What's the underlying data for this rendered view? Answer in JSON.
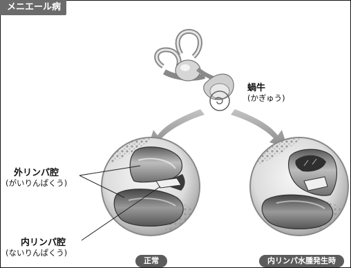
{
  "title": "メニエール病",
  "cochlea_label": {
    "name": "蝸牛",
    "reading": "(かぎゅう)"
  },
  "outer_lymph_label": {
    "name": "外リンパ腔",
    "reading": "(がいりんぱくう)"
  },
  "inner_lymph_label": {
    "name": "内リンパ腔",
    "reading": "(ないりんぱくう)"
  },
  "panels": [
    {
      "caption": "正常"
    },
    {
      "caption": "内リンパ水腫発生時"
    }
  ],
  "colors": {
    "tab": "#6b6b6b",
    "pill": "#5c5c5c",
    "arrow": "#9a9a9a"
  }
}
